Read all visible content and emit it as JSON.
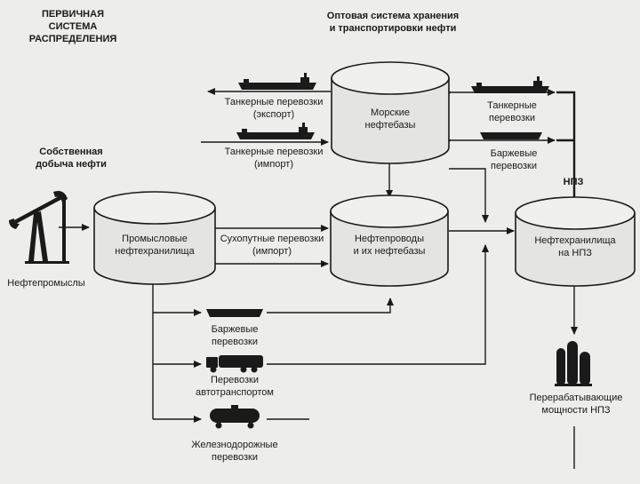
{
  "headers": {
    "primary_line1": "ПЕРВИЧНАЯ",
    "primary_line2": "СИСТЕМА",
    "primary_line3": "РАСПРЕДЕЛЕНИЯ",
    "wholesale_line1": "Оптовая система хранения",
    "wholesale_line2": "и транспортировки нефти",
    "own_line1": "Собственная",
    "own_line2": "добыча нефти",
    "refinery": "НПЗ"
  },
  "tanks": {
    "sea_line1": "Морские",
    "sea_line2": "нефтебазы",
    "field_line1": "Промысловые",
    "field_line2": "нефтехранилища",
    "pipeline_line1": "Нефтепроводы",
    "pipeline_line2": "и их нефтебазы",
    "refinery_line1": "Нефтехранилища",
    "refinery_line2": "на НПЗ"
  },
  "labels": {
    "tanker_export_line1": "Танкерные перевозки",
    "tanker_export_line2": "(экспорт)",
    "tanker_import_line1": "Танкерные перевозки",
    "tanker_import_line2": "(импорт)",
    "tanker_right_line1": "Танкерные",
    "tanker_right_line2": "перевозки",
    "barge_right_line1": "Баржевые",
    "barge_right_line2": "перевозки",
    "land_import_line1": "Сухопутные перевозки",
    "land_import_line2": "(импорт)",
    "oilfields": "Нефтепромыслы",
    "barge_bottom_line1": "Баржевые",
    "barge_bottom_line2": "перевозки",
    "truck_line1": "Перевозки",
    "truck_line2": "автотранспортом",
    "rail_line1": "Железнодорожные",
    "rail_line2": "перевозки",
    "processing_line1": "Перерабатывающие",
    "processing_line2": "мощности НПЗ"
  },
  "icons": [
    "tanker-icon",
    "barge-icon",
    "truck-icon",
    "rail-tank-car-icon",
    "oil-pump-icon",
    "refinery-columns-icon"
  ]
}
